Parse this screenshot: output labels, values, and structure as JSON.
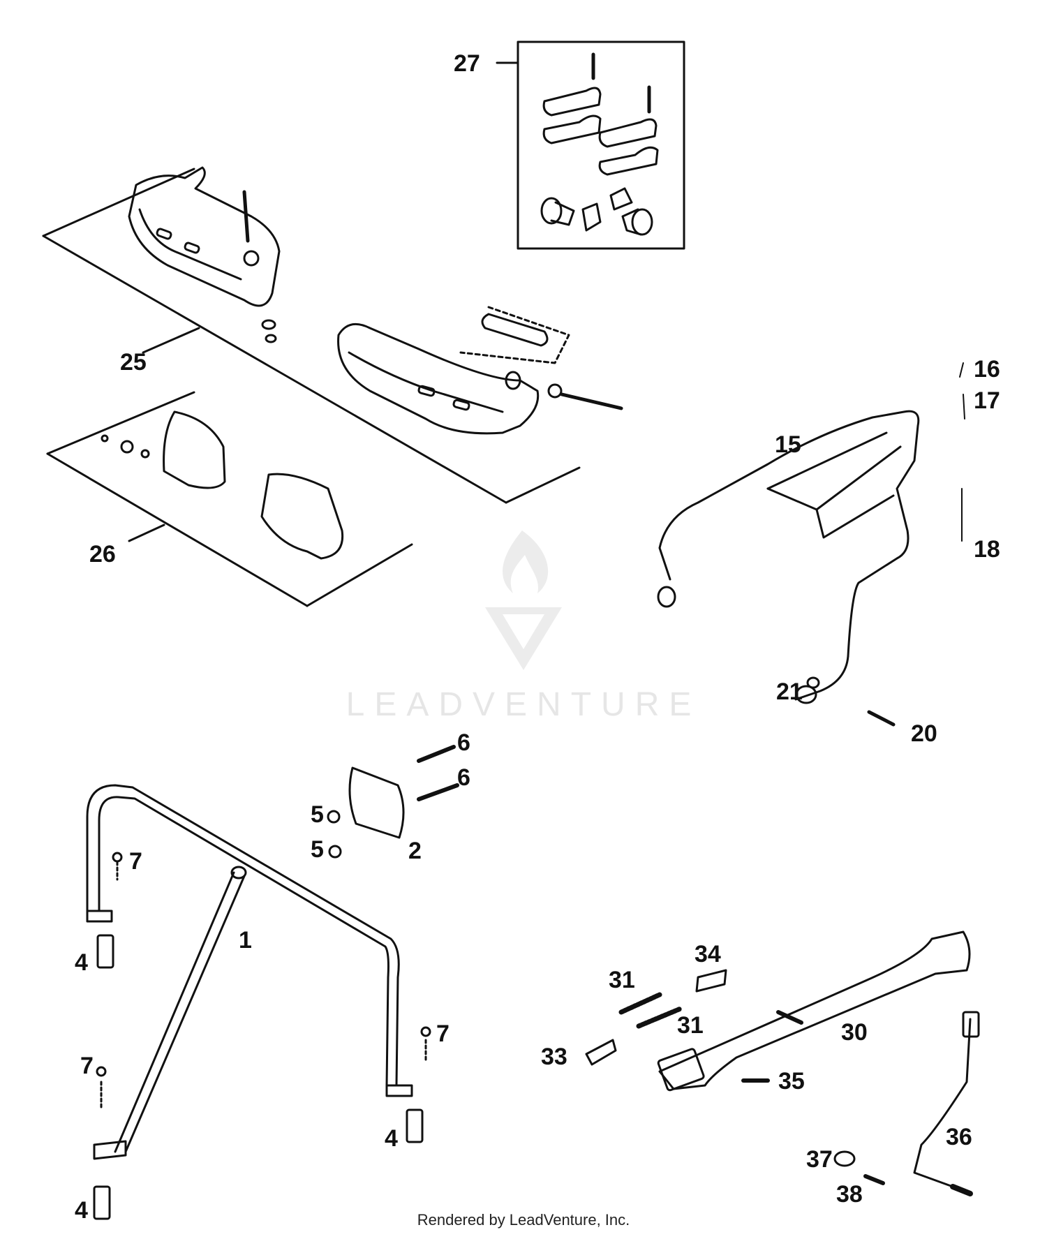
{
  "watermark": {
    "brand": "LEADVENTURE"
  },
  "footer": {
    "text": "Rendered by LeadVenture, Inc."
  },
  "callouts": {
    "c1": "1",
    "c2": "2",
    "c4a": "4",
    "c4b": "4",
    "c4c": "4",
    "c5a": "5",
    "c5b": "5",
    "c6a": "6",
    "c6b": "6",
    "c7a": "7",
    "c7b": "7",
    "c7c": "7",
    "c15": "15",
    "c16": "16",
    "c17": "17",
    "c18": "18",
    "c20": "20",
    "c21": "21",
    "c25": "25",
    "c26": "26",
    "c27": "27",
    "c30": "30",
    "c31a": "31",
    "c31b": "31",
    "c33": "33",
    "c34": "34",
    "c35": "35",
    "c36": "36",
    "c37": "37",
    "c38": "38"
  },
  "colors": {
    "line": "#111111",
    "watermark": "#e6e6e6",
    "background": "#ffffff"
  }
}
